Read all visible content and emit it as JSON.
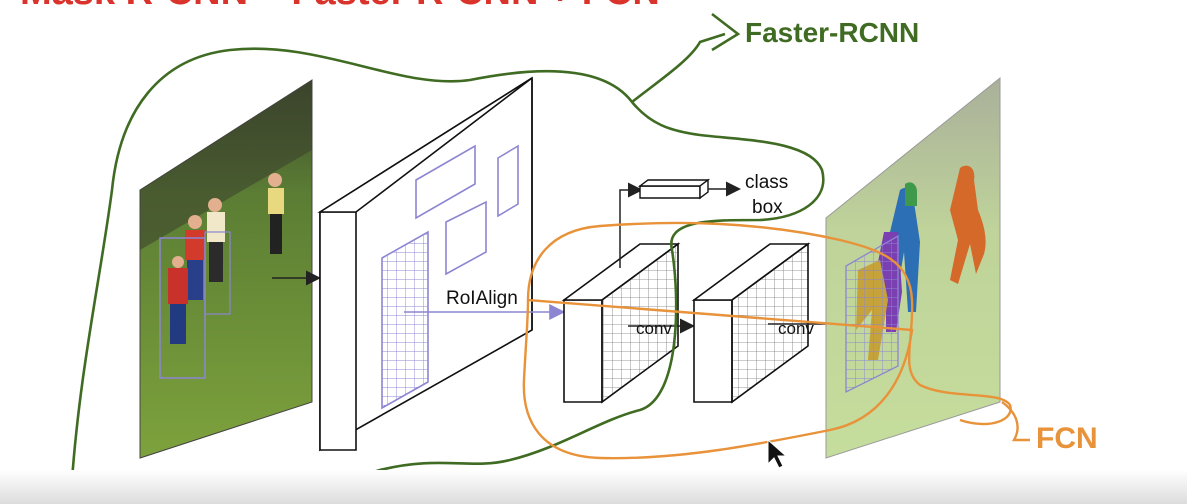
{
  "title": "Mask R-CNN = Faster R-CNN + FCN",
  "labels": {
    "faster_rcnn": "Faster-RCNN",
    "fcn": "FCN",
    "roi_align": "RoIAlign",
    "conv_1": "conv",
    "conv_2": "conv",
    "class": "class",
    "box": "box"
  },
  "colors": {
    "title": "#d9332b",
    "faster_rcnn": "#3f6b22",
    "fcn": "#e8923a",
    "roi_arrow": "#8c86d2",
    "roi_box": "#8c86d2",
    "grid": "#555555",
    "outline": "#111111"
  },
  "icons": {
    "cursor": "mouse-pointer-icon"
  }
}
